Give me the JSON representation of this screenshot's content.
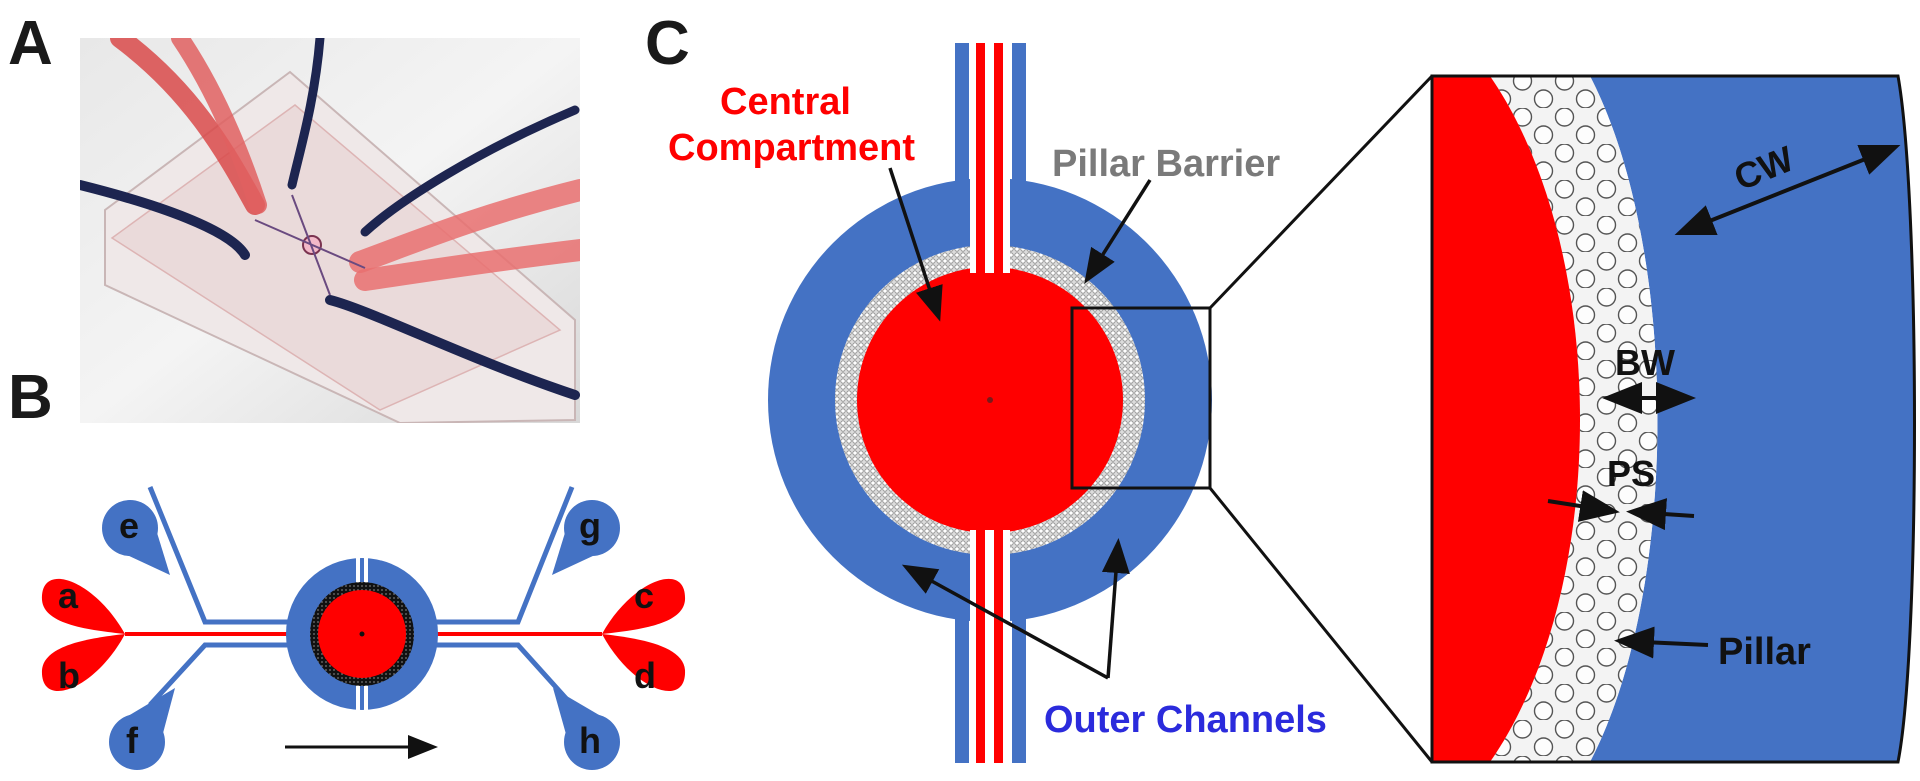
{
  "panels": {
    "a": {
      "letter": "A"
    },
    "b": {
      "letter": "B",
      "ports": [
        "a",
        "b",
        "c",
        "d",
        "e",
        "f",
        "g",
        "h"
      ]
    },
    "c": {
      "letter": "C",
      "labels": {
        "central": [
          "Central",
          "Compartment"
        ],
        "pillar_barrier": "Pillar Barrier",
        "outer_channels": "Outer Channels",
        "cw": "CW",
        "bw": "BW",
        "ps": "PS",
        "pillar": "Pillar"
      }
    }
  },
  "colors": {
    "red": "#ff0000",
    "blue": "#4472c4",
    "gray_label": "#7a7a7a",
    "blue_label": "#2b2bdc",
    "pillar_fill": "#ececec",
    "arrow": "#111111"
  }
}
